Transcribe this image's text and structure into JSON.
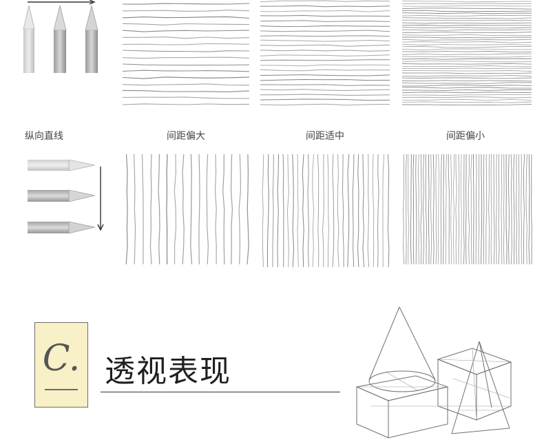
{
  "panels": {
    "vertical_label": "纵向直线",
    "captions": [
      "间距偏大",
      "间距适中",
      "间距偏小"
    ]
  },
  "section": {
    "letter": "C.",
    "title": "透视表现"
  },
  "icons": {
    "arrow_right": "arrow-right-icon",
    "arrow_down": "arrow-down-icon"
  },
  "colors": {
    "badge_background": "#f8f0c6",
    "pencil_line": "#7a7a7a"
  }
}
